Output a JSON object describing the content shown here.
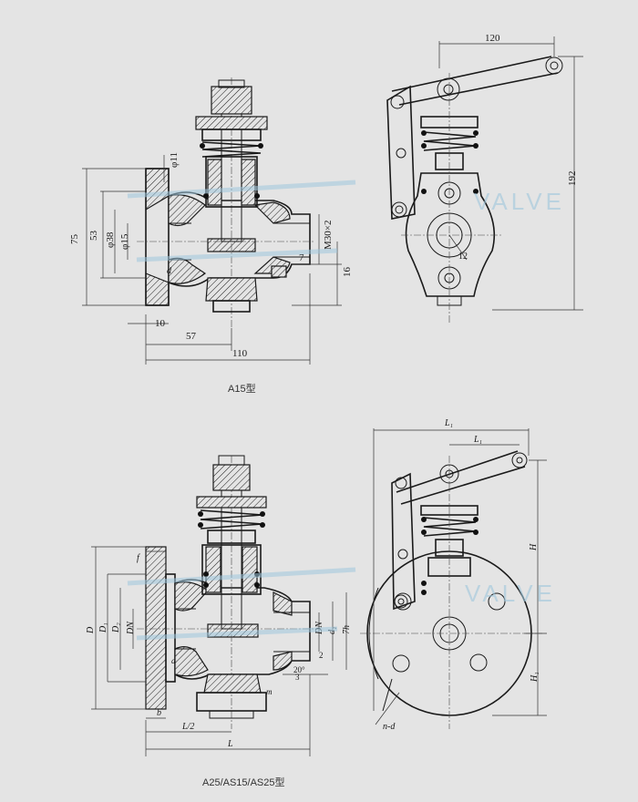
{
  "captions": {
    "top": "A15型",
    "bottom": "A25/AS15/AS25型"
  },
  "watermark": "VALVE",
  "colors": {
    "background": "#e4e4e4",
    "ink": "#1a1a1a",
    "watermark": "#9fc7dc"
  },
  "top_dims": {
    "d75": "75",
    "d53": "53",
    "phi38": "φ38",
    "phi15": "φ15",
    "phi11": "φ11",
    "d10": "10",
    "d57": "57",
    "d110": "110",
    "d7": "7",
    "d16": "16",
    "thread": "M30×2",
    "hole": "d",
    "d120": "120",
    "d192": "192",
    "d12": "12"
  },
  "bottom_dims": {
    "D": "D",
    "D1": "D₁",
    "D2": "D₂",
    "DN": "DN",
    "f": "f",
    "b": "b",
    "L2": "L/2",
    "L": "L",
    "DNr": "DN",
    "d1": "d₁",
    "d0": "7h",
    "e3": "3",
    "e2": "2",
    "e20": "20°",
    "m": "m",
    "d": "d",
    "L1": "L₁",
    "Lsub": "L₁",
    "H": "H",
    "H1": "H₁",
    "nd": "n-d"
  }
}
